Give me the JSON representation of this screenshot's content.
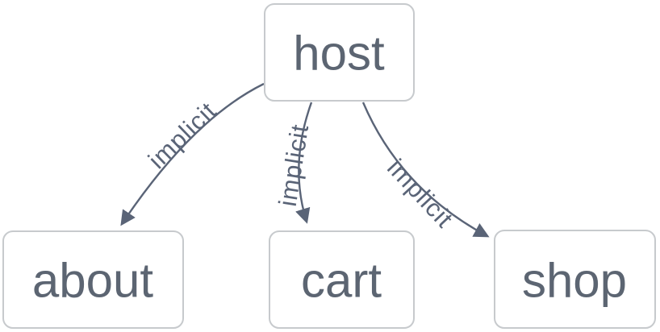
{
  "diagram": {
    "type": "flowchart",
    "direction": "top-down",
    "background_color": "#ffffff",
    "colors": {
      "node_fill": "#ffffff",
      "node_border": "#c7cacd",
      "node_text": "#5c6572",
      "edge_stroke": "#5a6477",
      "edge_label_text": "#5a6477"
    },
    "nodes": [
      {
        "id": "host",
        "label": "host"
      },
      {
        "id": "about",
        "label": "about"
      },
      {
        "id": "cart",
        "label": "cart"
      },
      {
        "id": "shop",
        "label": "shop"
      }
    ],
    "edges": [
      {
        "from": "host",
        "to": "about",
        "label": "implicit",
        "arrow": "arrowhead"
      },
      {
        "from": "host",
        "to": "cart",
        "label": "implicit",
        "arrow": "arrowhead"
      },
      {
        "from": "host",
        "to": "shop",
        "label": "implicit",
        "arrow": "arrowhead"
      }
    ]
  }
}
